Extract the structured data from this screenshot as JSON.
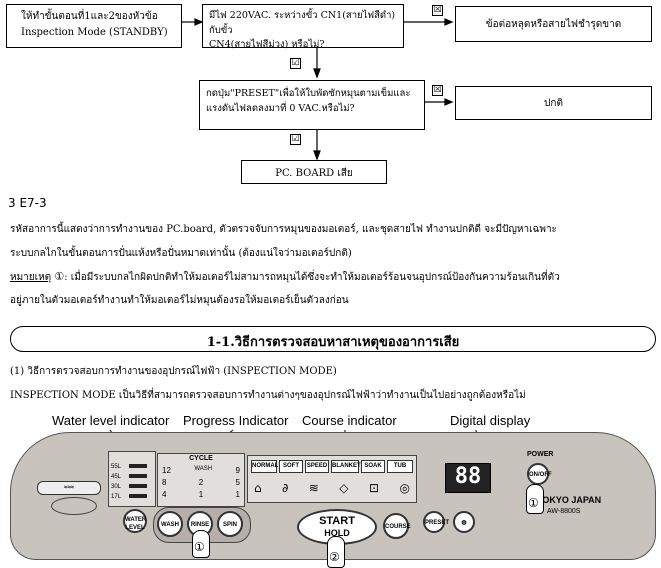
{
  "flow": {
    "box1": [
      "ให้ทำขั้นตอนที่1และ2ของหัวข้อ",
      "Inspection Mode (STANDBY)"
    ],
    "box2": [
      "มีไฟ 220VAC. ระหว่างขั้ว CN1(สายไฟสีดำ) กับขั้ว",
      "CN4(สายไฟสีม่วง) หรือไม่?"
    ],
    "box3": "ข้อต่อหลุดหรือสายไฟชำรุดขาด",
    "box4": [
      "กดปุ่ม\"PRESET\"เพื่อให้ใบพัดซักหมุนตามเข็มและ",
      "แรงดันไฟลดลงมาที่ 0 VAC.หรือไม่?"
    ],
    "box5": "ปกติ",
    "box6": "PC. BOARD เสีย",
    "check_no": "☒",
    "check_yes": "☑"
  },
  "code_heading": "3    E7-3",
  "para1": "รหัสอาการนี้แสดงว่าการทำงานของ PC.board, ตัวตรวจจับการหมุนของมอเตอร์, และชุดสายไฟ ทำงานปกติดี จะมีปัญหาเฉพาะ",
  "para2": "ระบบกลไกในขั้นตอนการปั่นแห้งหรือปั่นหมาดเท่านั้น (ต้องแน่ใจว่ามอเตอร์ปกติ)",
  "note_label": "หมายเหตุ",
  "note_marker": "①",
  "note1": ": เมื่อมีระบบกลไกผิดปกติทำให้มอเตอร์ไม่สามารถหมุนได้ซึ่งจะทำให้มอเตอร์ร้อนจนอุปกรณ์ป้องกันความร้อนเกินที่ตัว",
  "note2": "อยู่ภายในตัวมอเตอร์ทำงานทำให้มอเตอร์ไม่หมุนต้องรอให้มอเตอร์เย็นตัวลงก่อน",
  "section_title": "1-1.วิธีการตรวจสอบหาสาเหตุของอาการเสีย",
  "sub1": "(1)  วิธีการตรวจสอบการทำงานของอุปกรณ์ไฟฟ้า (INSPECTION MODE)",
  "sub2": "INSPECTION MODE เป็นวิธีที่สามารถตรวจสอบการทำงานต่างๆของอุปกรณ์ไฟฟ้าว่าทำงานเป็นไปอย่างถูกต้องหรือไม่",
  "panel": {
    "label_water": "Water level indicator",
    "label_progress": "Progress Indicator",
    "label_course": "Course indicator",
    "label_digital": "Digital display",
    "cycle": "CYCLE",
    "water_levels": [
      "55L",
      "45L",
      "30L",
      "17L"
    ],
    "cycle_rows": [
      [
        "12",
        "WASH",
        "9"
      ],
      [
        "8",
        "2",
        "5"
      ],
      [
        "4",
        "1",
        "1"
      ]
    ],
    "courses": [
      "NORMAL",
      "SOFT",
      "SPEED",
      "BLANKET",
      "SOAK",
      "TUB"
    ],
    "btn_water": "WATER LEVEL",
    "btn_wash": "WASH",
    "btn_rinse": "RINSE",
    "btn_spin": "SPIN",
    "btn_start": "START",
    "btn_hold": "HOLD",
    "btn_course": "COURSE",
    "btn_preset": "PRESET",
    "btn_power": "POWER",
    "btn_power_sub": "ON/OFF",
    "digital": "88",
    "brand": "TOKYO JAPAN",
    "model": "AW-8800S",
    "marker1": "①",
    "marker2": "②"
  }
}
